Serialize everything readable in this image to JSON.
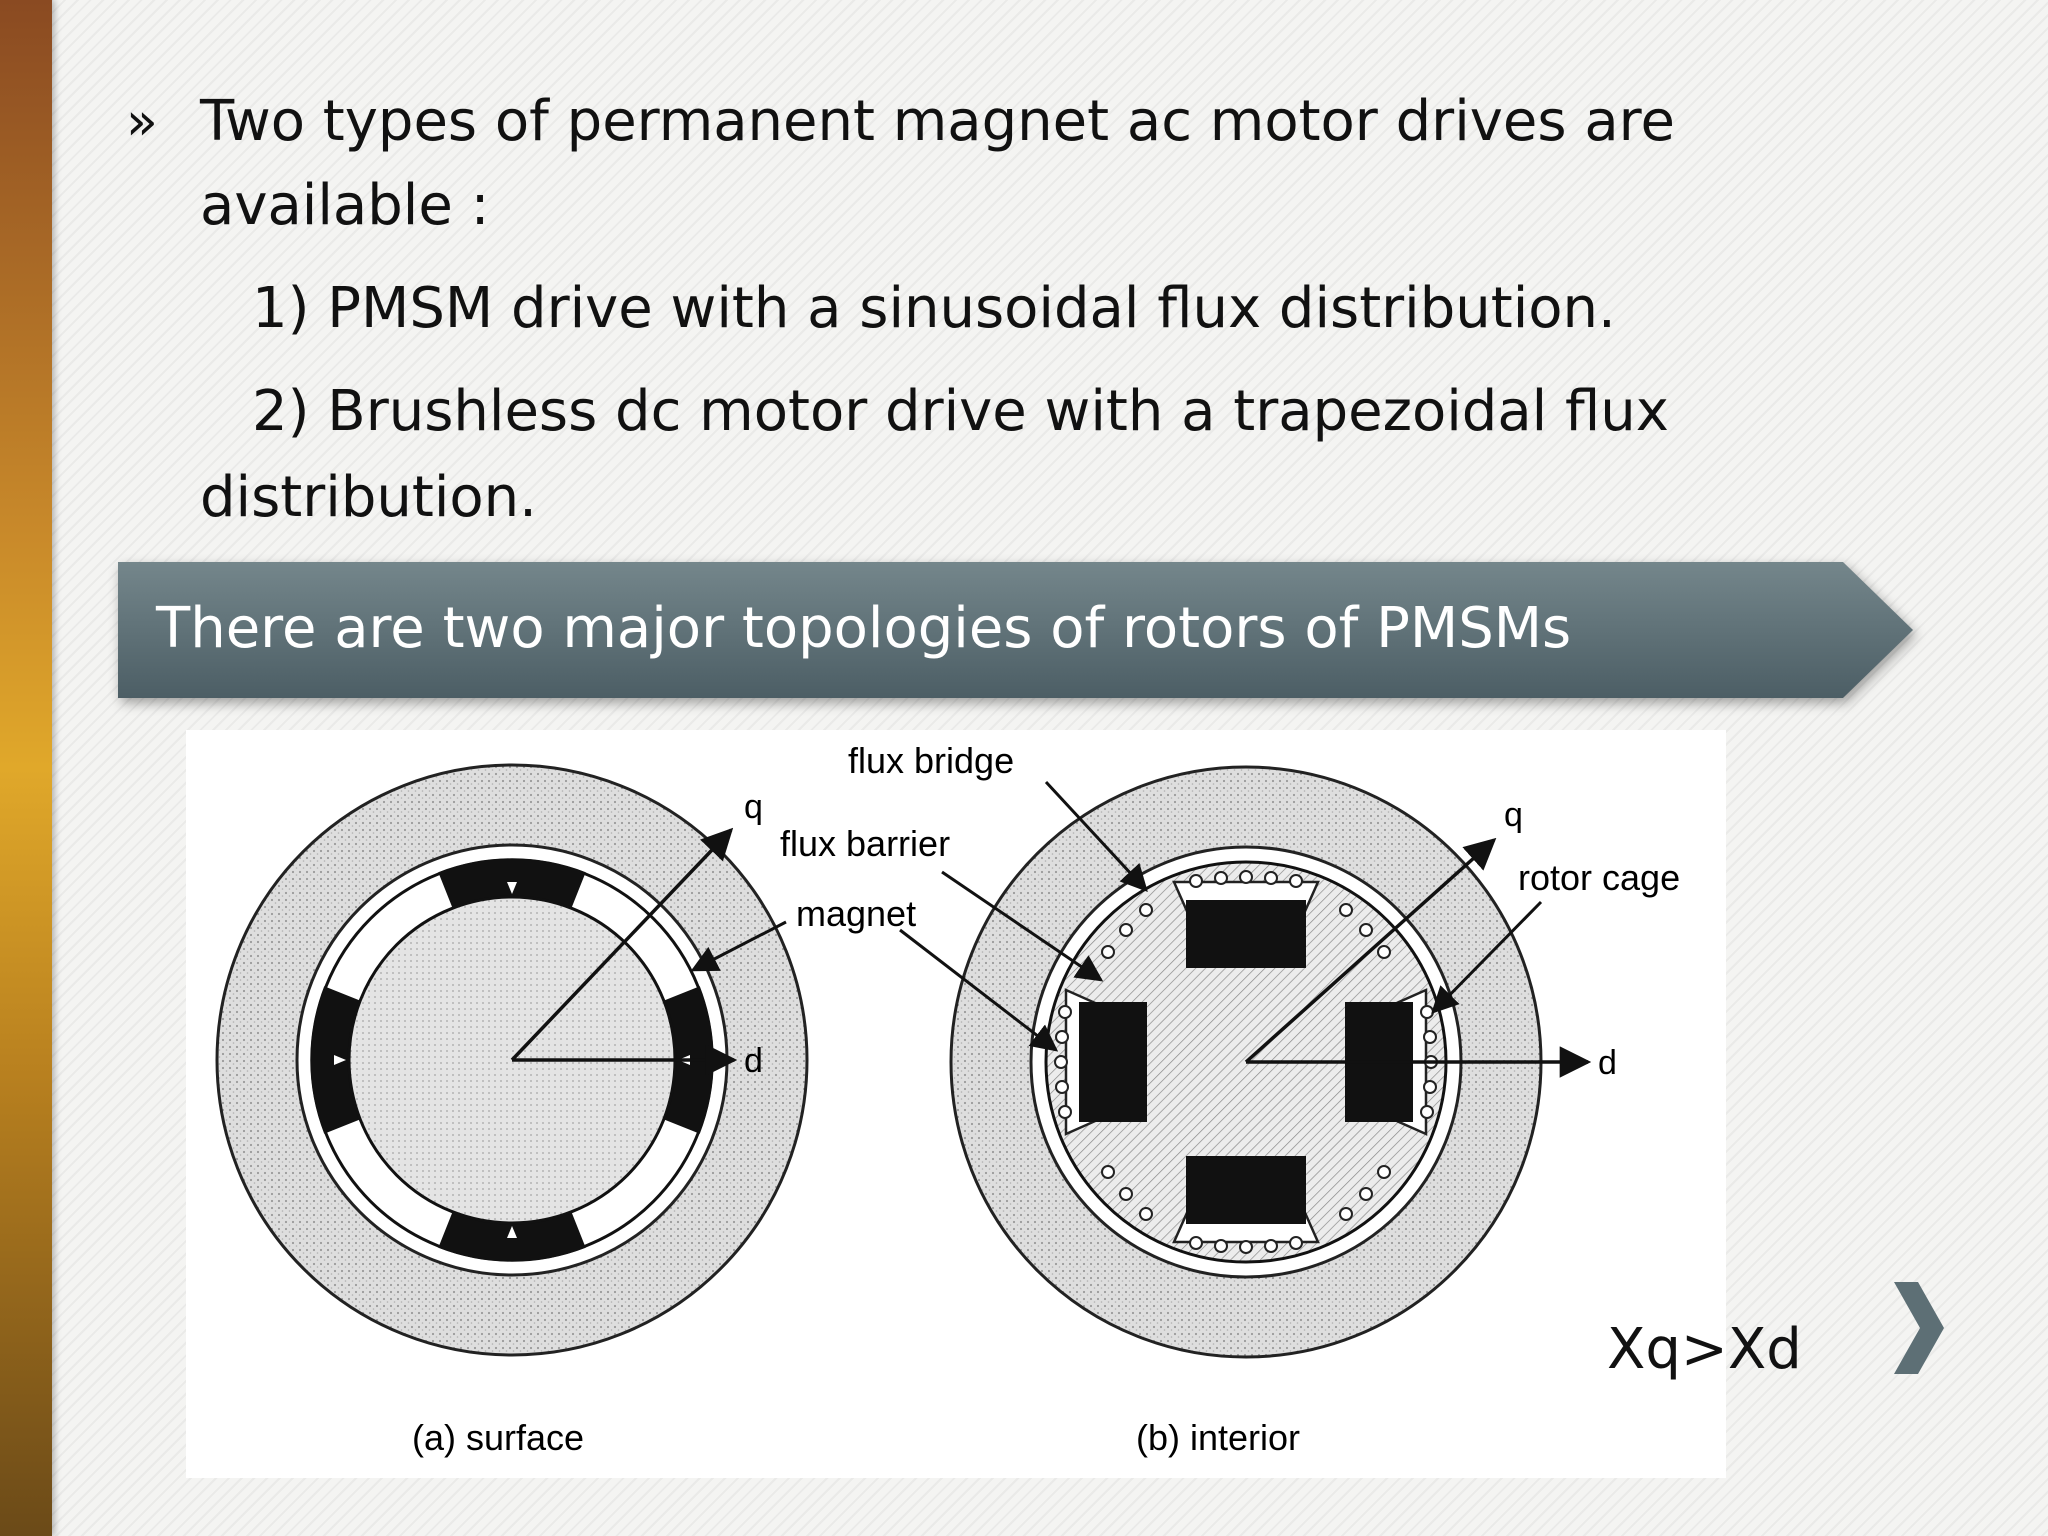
{
  "slide": {
    "bullet_glyph": "»",
    "line1": "Two types of permanent magnet ac motor drives are",
    "line2": "available :",
    "item1": "1) PMSM drive with a sinusoidal flux distribution.",
    "item2a": "2) Brushless dc motor drive with a trapezoidal flux",
    "item2b": "distribution.",
    "banner": "There are two major topologies of rotors of PMSMs",
    "relation": "Xq>Xd"
  },
  "figure": {
    "label_flux_bridge": "flux bridge",
    "label_flux_barrier": "flux barrier",
    "label_magnet": "magnet",
    "label_rotor_cage": "rotor cage",
    "axis_q": "q",
    "axis_d": "d",
    "caption_a": "(a) surface",
    "caption_b": "(b) interior"
  },
  "colors": {
    "banner": "#5b6d73",
    "side_bar": "#d9a12b",
    "chevron": "#5d6f75"
  },
  "icons": {
    "next": "chevron-right-icon"
  }
}
